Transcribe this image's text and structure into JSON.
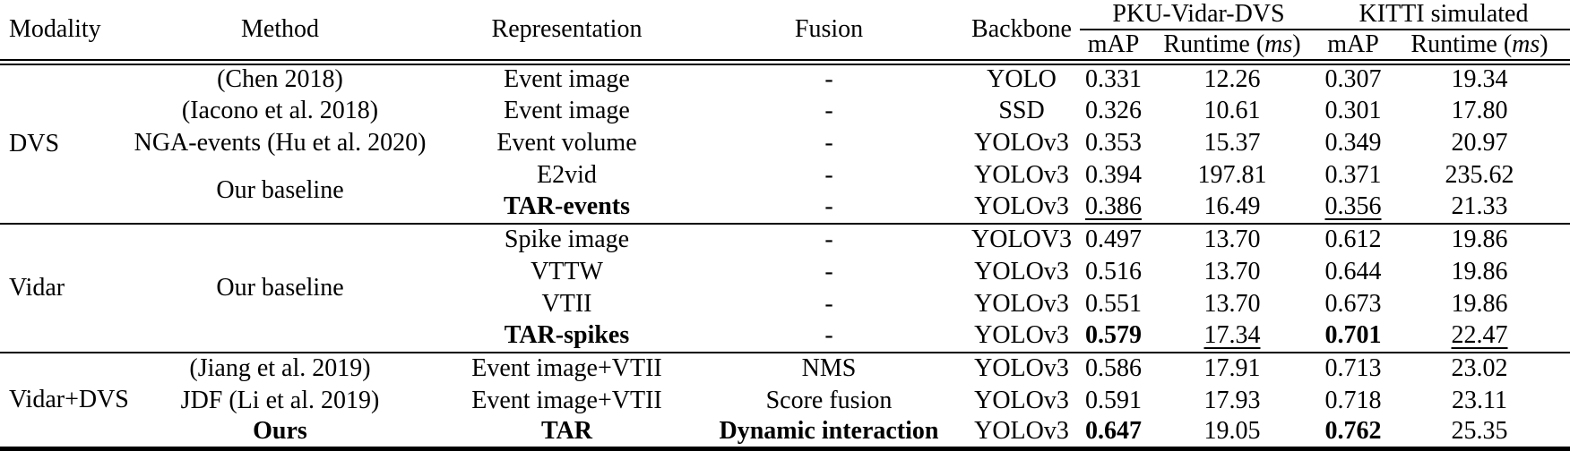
{
  "table": {
    "headers": {
      "modality": "Modality",
      "method": "Method",
      "representation": "Representation",
      "fusion": "Fusion",
      "backbone": "Backbone",
      "dataset1": "PKU-Vidar-DVS",
      "dataset2": "KITTI simulated",
      "map": "mAP",
      "runtime_prefix": "Runtime (",
      "runtime_unit": "ms",
      "runtime_suffix": ")"
    },
    "groups": [
      {
        "modality": "DVS",
        "rows": [
          {
            "method": "(Chen 2018)",
            "rep": "Event image",
            "fusion": "-",
            "backbone": "YOLO",
            "map1": "0.331",
            "rt1": "12.26",
            "map2": "0.307",
            "rt2": "19.34"
          },
          {
            "method": "(Iacono et al. 2018)",
            "rep": "Event image",
            "fusion": "-",
            "backbone": "SSD",
            "map1": "0.326",
            "rt1": "10.61",
            "map2": "0.301",
            "rt2": "17.80"
          },
          {
            "method": "NGA-events (Hu et al. 2020)",
            "rep": "Event volume",
            "fusion": "-",
            "backbone": "YOLOv3",
            "map1": "0.353",
            "rt1": "15.37",
            "map2": "0.349",
            "rt2": "20.97"
          },
          {
            "method": "Our baseline",
            "rep": "E2vid",
            "fusion": "-",
            "backbone": "YOLOv3",
            "map1": "0.394",
            "rt1": "197.81",
            "map2": "0.371",
            "rt2": "235.62"
          },
          {
            "rep": "TAR-events",
            "fusion": "-",
            "backbone": "YOLOv3",
            "map1": "0.386",
            "rt1": "16.49",
            "map2": "0.356",
            "rt2": "21.33"
          }
        ]
      },
      {
        "modality": "Vidar",
        "rows": [
          {
            "method": "Our baseline",
            "rep": "Spike image",
            "fusion": "-",
            "backbone": "YOLOV3",
            "map1": "0.497",
            "rt1": "13.70",
            "map2": "0.612",
            "rt2": "19.86"
          },
          {
            "rep": "VTTW",
            "fusion": "-",
            "backbone": "YOLOv3",
            "map1": "0.516",
            "rt1": "13.70",
            "map2": "0.644",
            "rt2": "19.86"
          },
          {
            "rep": "VTII",
            "fusion": "-",
            "backbone": "YOLOv3",
            "map1": "0.551",
            "rt1": "13.70",
            "map2": "0.673",
            "rt2": "19.86"
          },
          {
            "rep": "TAR-spikes",
            "fusion": "-",
            "backbone": "YOLOv3",
            "map1": "0.579",
            "rt1": "17.34",
            "map2": "0.701",
            "rt2": "22.47"
          }
        ]
      },
      {
        "modality": "Vidar+DVS",
        "rows": [
          {
            "method": "(Jiang et al. 2019)",
            "rep": "Event image+VTII",
            "fusion": "NMS",
            "backbone": "YOLOv3",
            "map1": "0.586",
            "rt1": "17.91",
            "map2": "0.713",
            "rt2": "23.02"
          },
          {
            "method": "JDF (Li et al. 2019)",
            "rep": "Event image+VTII",
            "fusion": "Score fusion",
            "backbone": "YOLOv3",
            "map1": "0.591",
            "rt1": "17.93",
            "map2": "0.718",
            "rt2": "23.11"
          },
          {
            "method": "Ours",
            "rep": "TAR",
            "fusion": "Dynamic interaction",
            "backbone": "YOLOv3",
            "map1": "0.647",
            "rt1": "19.05",
            "map2": "0.762",
            "rt2": "25.35"
          }
        ]
      }
    ]
  }
}
